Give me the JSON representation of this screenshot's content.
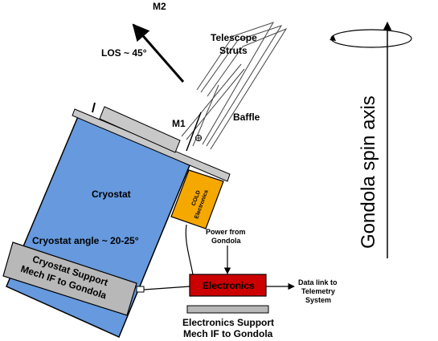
{
  "labels": {
    "m2": "M2",
    "los": "LOS ~ 45°",
    "telescope_struts_1": "Telescope",
    "telescope_struts_2": "Struts",
    "m1": "M1",
    "baffle": "Baffle",
    "cryostat": "Cryostat",
    "cryostat_angle": "Cryostat angle ~ 20-25°",
    "cryostat_support_1": "Cryostat Support",
    "cryostat_support_2": "Mech IF to Gondola",
    "cold_electronics_1": "COLD",
    "cold_electronics_2": "Electronics",
    "power_1": "Power from",
    "power_2": "Gondola",
    "electronics": "Electronics",
    "data_link_1": "Data link to",
    "data_link_2": "Telemetry",
    "data_link_3": "System",
    "electronics_support_1": "Electronics Support",
    "electronics_support_2": "Mech IF to Gondola",
    "spin_axis": "Gondola spin axis"
  },
  "colors": {
    "cryostat_fill": "#6699dd",
    "cold_electronics_fill": "#f5a800",
    "electronics_fill": "#cc0000",
    "support_fill": "#b8b8b8",
    "lid_fill": "#c8c8c8"
  }
}
